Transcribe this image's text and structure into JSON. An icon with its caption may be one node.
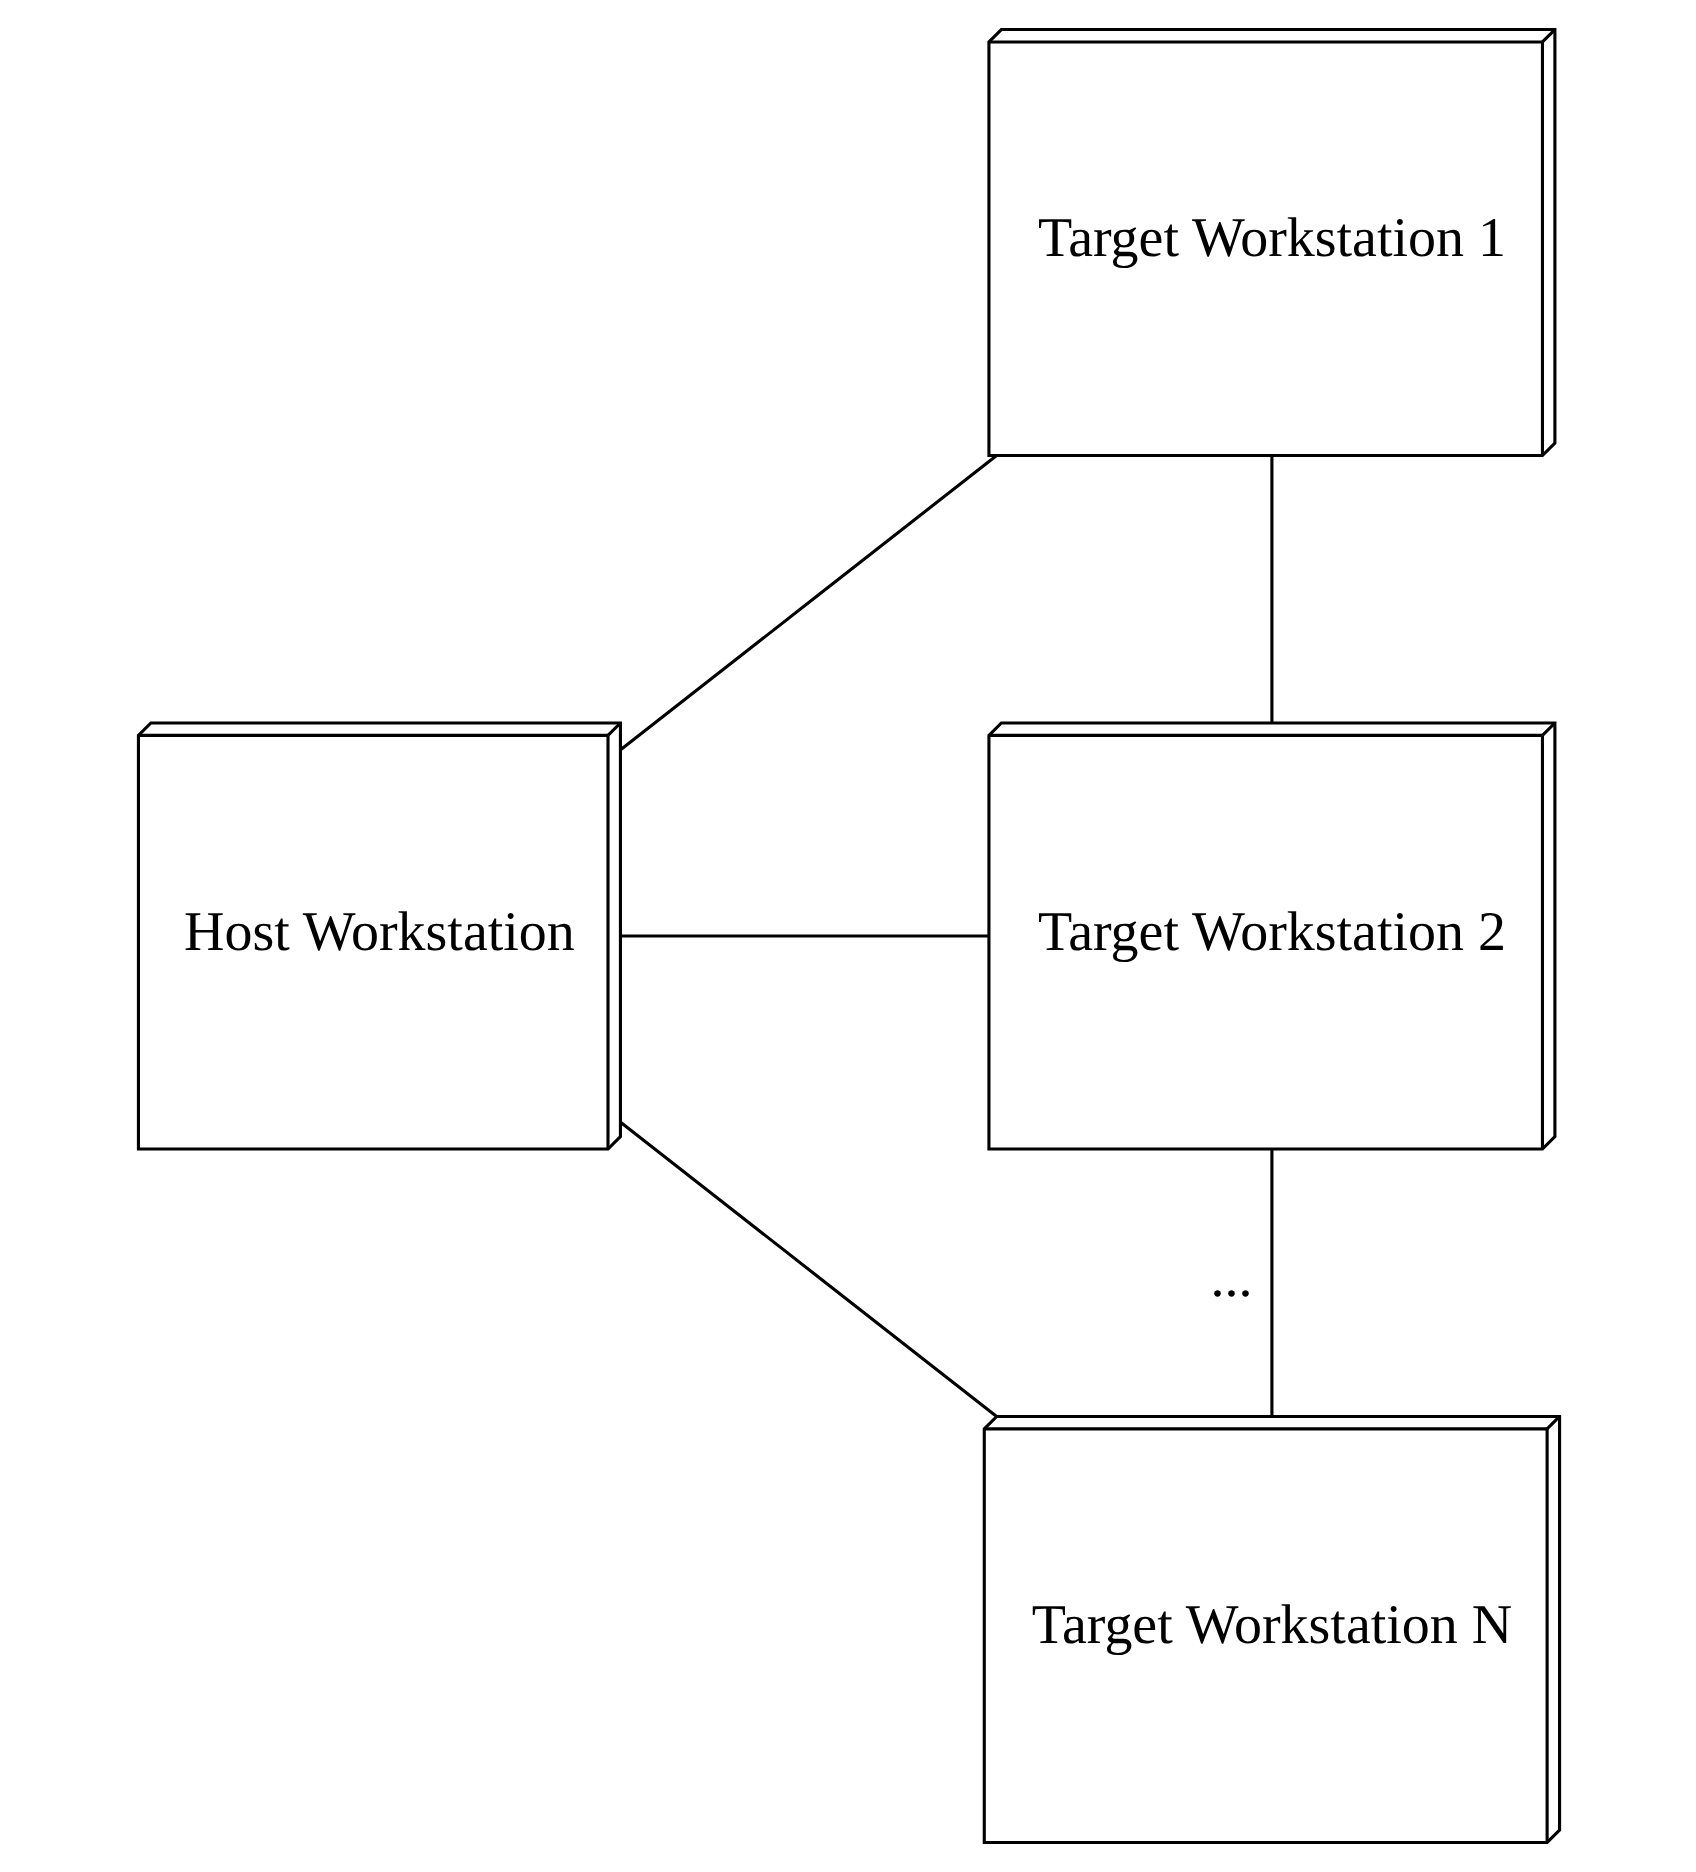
{
  "diagram": {
    "nodes": [
      {
        "text": [
          "Host Workstation"
        ]
      },
      {
        "text": [
          "Target Workstation 1"
        ]
      },
      {
        "text": [
          "Target Workstation 2"
        ]
      },
      {
        "text": [
          "Target Workstation N"
        ]
      }
    ],
    "edges": [
      {
        "from": 0,
        "to": 1,
        "arrow": "none"
      },
      {
        "from": 0,
        "to": 2,
        "arrow": "none"
      },
      {
        "from": 0,
        "to": 3,
        "arrow": "none"
      },
      {
        "from": 1,
        "to": 2,
        "arrow": "none"
      },
      {
        "from": 2,
        "to": 3,
        "arrow": "none",
        "label": "..."
      }
    ]
  }
}
